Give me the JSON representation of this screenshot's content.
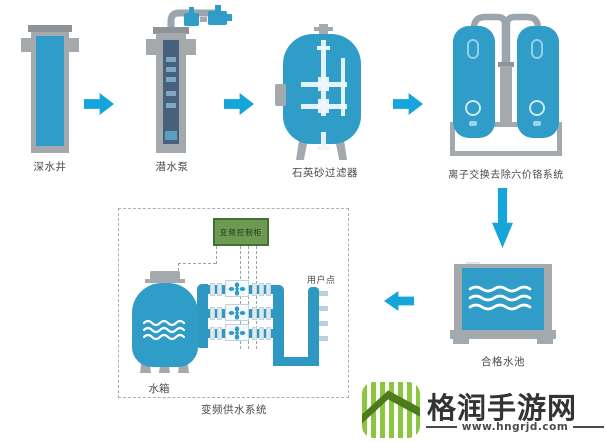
{
  "labels": {
    "deep_well": "深水井",
    "submersible_pump": "潜水泵",
    "quartz_sand_filter": "石英砂过滤器",
    "ion_exchange_system": "离子交换去除六价铬系统",
    "qualified_pool": "合格水池",
    "water_tank": "水箱",
    "vfd_cabinet": "变频控制柜",
    "user_point": "用户点",
    "vfd_supply_system": "变频供水系统"
  },
  "flow_arrows": [
    {
      "from": "深水井",
      "to": "潜水泵",
      "direction": "right"
    },
    {
      "from": "潜水泵",
      "to": "石英砂过滤器",
      "direction": "right"
    },
    {
      "from": "石英砂过滤器",
      "to": "离子交换去除六价铬系统",
      "direction": "right"
    },
    {
      "from": "离子交换去除六价铬系统",
      "to": "合格水池",
      "direction": "down"
    },
    {
      "from": "合格水池",
      "to": "变频供水系统",
      "direction": "left"
    }
  ],
  "vfd_system": {
    "pump_count": 3,
    "user_branch_count": 4
  },
  "colors": {
    "equipment_blue": "#2f9dc8",
    "pipe_blue": "#2e97c2",
    "arrow_blue": "#15a5da",
    "frame_gray": "#a4a9ad",
    "cabinet_green": "#6d9a53",
    "logo_green": "#8cc63e",
    "logo_dark_green": "#4c7a1c"
  },
  "watermark": {
    "site_name": "格润手游网",
    "site_url": "www.hngrjd.com"
  }
}
